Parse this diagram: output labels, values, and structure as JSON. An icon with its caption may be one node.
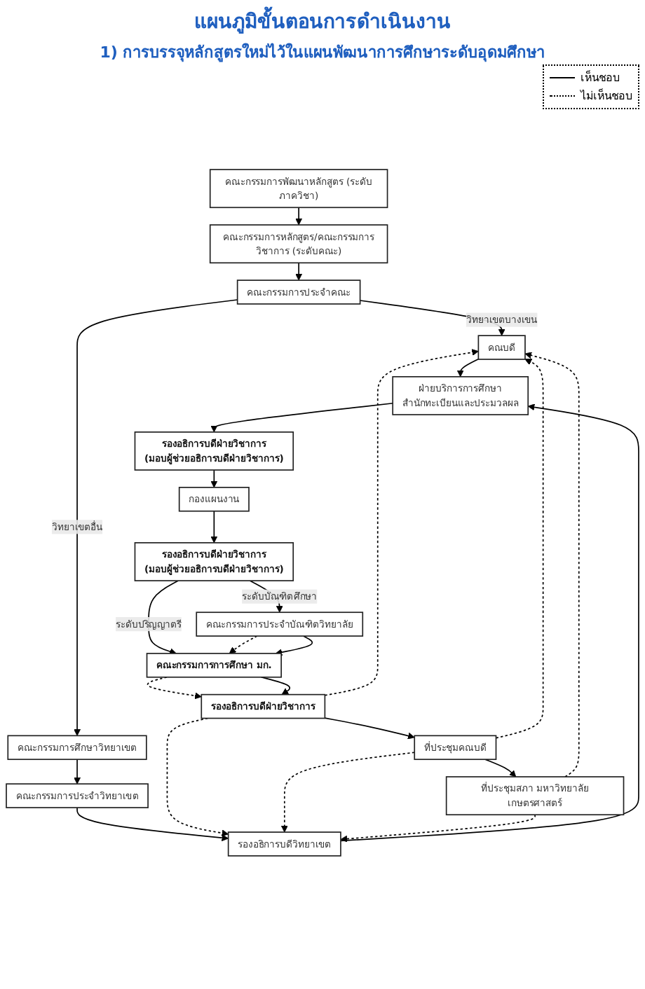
{
  "diagram": {
    "title": "แผนภูมิขั้นตอนการดำเนินงาน",
    "nodes": [
      {
        "text": [
          "คณะกรรมการพัฒนาหลักสูตร (ระดับภาควิชา)"
        ]
      },
      {
        "text": [
          "คณะกรรมการหลักสูตร/คณะกรรมการวิชาการ (ระดับคณะ)"
        ]
      },
      {
        "text": [
          "คณะกรรมการประจำคณะ"
        ]
      },
      {
        "text": [
          "คณบดี"
        ]
      },
      {
        "text": [
          "ฝ่ายบริการการศึกษา",
          "สำนักทะเบียนและประมวลผล"
        ]
      },
      {
        "text": [
          "คณะกรรมการศึกษาวิทยาเขต"
        ]
      },
      {
        "text": [
          "คณะกรรมการประจำวิทยาเขต"
        ]
      },
      {
        "text": [
          "รองอธิการบดีวิทยาเขต"
        ]
      },
      {
        "text": [
          "รองอธิการบดีฝ่ายวิชาการ",
          "(มอบผู้ช่วยอธิการบดีฝ่ายวิชาการ)"
        ]
      },
      {
        "text": [
          "กองแผนงาน"
        ]
      },
      {
        "text": [
          "รองอธิการบดีฝ่ายวิชาการ",
          "(มอบผู้ช่วยอธิการบดีฝ่ายวิชาการ)"
        ]
      },
      {
        "text": [
          "คณะกรรมการประจำบัณฑิตวิทยาลัย"
        ]
      },
      {
        "text": [
          "คณะกรรมการการศึกษา มก."
        ]
      },
      {
        "text": [
          "รองอธิการบดีฝ่ายวิชาการ"
        ]
      },
      {
        "text": [
          "ที่ประชุมคณบดี"
        ]
      },
      {
        "text": [
          "ที่ประชุมสภา มหาวิทยาลัยเกษตรศาสตร์"
        ]
      }
    ],
    "edges": [
      {
        "from": 0,
        "to": 1,
        "arrow": "to"
      },
      {
        "from": 1,
        "to": 2,
        "arrow": "to"
      },
      {
        "from": 2,
        "to": 3,
        "arrow": "to",
        "label": "วิทยาเขตบางเขน"
      },
      {
        "from": 2,
        "to": 5,
        "arrow": "to",
        "label": "วิทยาเขตอื่น"
      },
      {
        "from": 3,
        "to": 4,
        "arrow": "to"
      },
      {
        "from": 5,
        "to": 6,
        "arrow": "to"
      },
      {
        "from": 6,
        "to": 7,
        "arrow": "to"
      },
      {
        "from": 7,
        "to": 4,
        "arrow": "to"
      },
      {
        "from": 4,
        "to": 8,
        "arrow": "to"
      },
      {
        "from": 8,
        "to": 9,
        "arrow": "to"
      },
      {
        "from": 9,
        "to": 10,
        "arrow": "to"
      },
      {
        "from": 10,
        "to": 11,
        "arrow": "to",
        "label": "ระดับบัณฑิตศึกษา"
      },
      {
        "from": 10,
        "to": 12,
        "arrow": "to",
        "label": "ระดับปริญญาตรี"
      },
      {
        "from": 11,
        "to": 12,
        "arrow": "to",
        "style": "dashed"
      },
      {
        "from": 11,
        "to": 12,
        "arrow": "to"
      },
      {
        "from": 12,
        "to": 13,
        "arrow": "to",
        "style": "dashed"
      },
      {
        "from": 12,
        "to": 13,
        "arrow": "to"
      },
      {
        "from": 13,
        "to": 14,
        "arrow": "to"
      },
      {
        "from": 14,
        "to": 15,
        "arrow": "to"
      },
      {
        "from": 13,
        "to": 3,
        "arrow": "to",
        "style": "dashed"
      },
      {
        "from": 14,
        "to": 3,
        "arrow": "to",
        "style": "dashed"
      },
      {
        "from": 15,
        "to": 3,
        "arrow": "to",
        "style": "dashed"
      },
      {
        "from": 13,
        "to": 7,
        "arrow": "to",
        "style": "dashed"
      },
      {
        "from": 14,
        "to": 7,
        "arrow": "to",
        "style": "dashed"
      },
      {
        "from": 15,
        "to": 7,
        "arrow": "to",
        "style": "dashed"
      }
    ],
    "labels": [
      "1) การบรรจุหลักสูตรใหม่ไว้ในแผนพัฒนาการศึกษาระดับอุดมศึกษา"
    ],
    "legend": [
      {
        "text": "เห็นชอบ"
      },
      {
        "text": "ไม่เห็นชอบ"
      }
    ]
  }
}
